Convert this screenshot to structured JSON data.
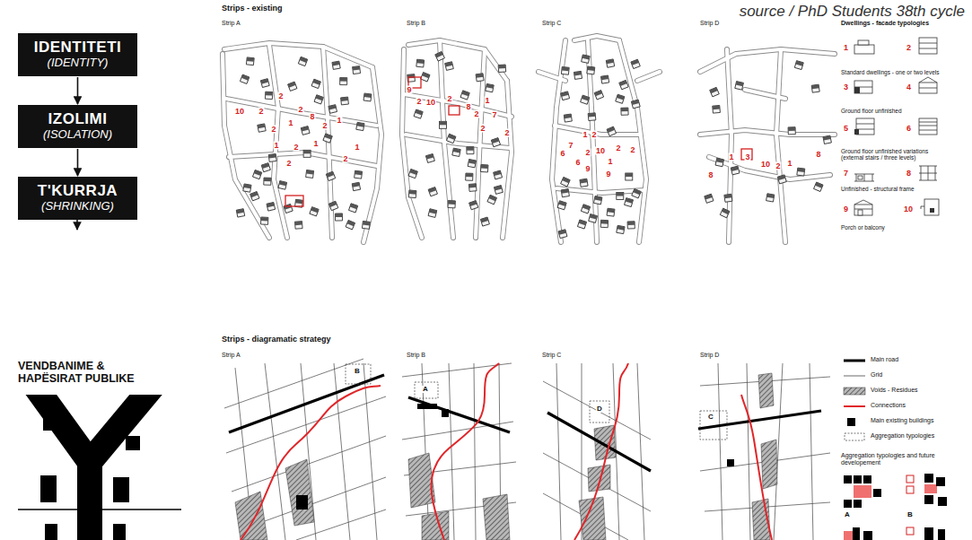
{
  "diagram": {
    "caption": "source / PhD Students 38th cycle",
    "nodes": [
      {
        "text": [
          "IDENTITETI",
          "(IDENTITY)"
        ]
      },
      {
        "text": [
          "IZOLIMI",
          "(ISOLATION)"
        ]
      },
      {
        "text": [
          "T'KURRJA",
          "(SHRINKING)"
        ]
      }
    ],
    "edges": [
      {
        "from": 0,
        "to": 1,
        "arrow": "to"
      },
      {
        "from": 1,
        "to": 2,
        "arrow": "to"
      }
    ],
    "labels": [
      "Strips - existing",
      "Strip A",
      "Strip B",
      "Strip C",
      "Strip D",
      "Dwellings - facade typologies",
      "1",
      "2",
      "3",
      "4",
      "5",
      "6",
      "7",
      "8",
      "9",
      "10",
      "Standard dwellings - one or two levels",
      "Ground floor unfinished",
      "Ground floor unfinished variations (external stairs / three levels)",
      "Unfinished - structural frame",
      "Porch or balcony",
      "VENDBANIME & HAPËSIRAT PUBLIKE",
      "Strips - diagramatic strategy",
      "Strip A",
      "Strip B",
      "Strip C",
      "Strip D",
      "B",
      "A",
      "D",
      "C",
      "Aggregation typologies and future developement",
      "A",
      "B",
      "10",
      "2",
      "2",
      "2",
      "8",
      "1",
      "2",
      "2",
      "1",
      "1",
      "2",
      "1",
      "2",
      "1",
      "2",
      "9",
      "2",
      "10",
      "2",
      "8",
      "2",
      "1",
      "7",
      "2",
      "2",
      "1",
      "2",
      "7",
      "6",
      "6",
      "2",
      "10",
      "2",
      "9",
      "1",
      "9",
      "2",
      "1",
      "8",
      "3",
      "10",
      "2",
      "1",
      "8"
    ],
    "legend": [
      {
        "text": "Main road"
      },
      {
        "text": "Grid"
      },
      {
        "text": "Voids - Residues"
      },
      {
        "text": "Connections"
      },
      {
        "text": "Main existing buildings",
        "color": "#000000"
      },
      {
        "text": "Aggregation typologies"
      }
    ]
  }
}
